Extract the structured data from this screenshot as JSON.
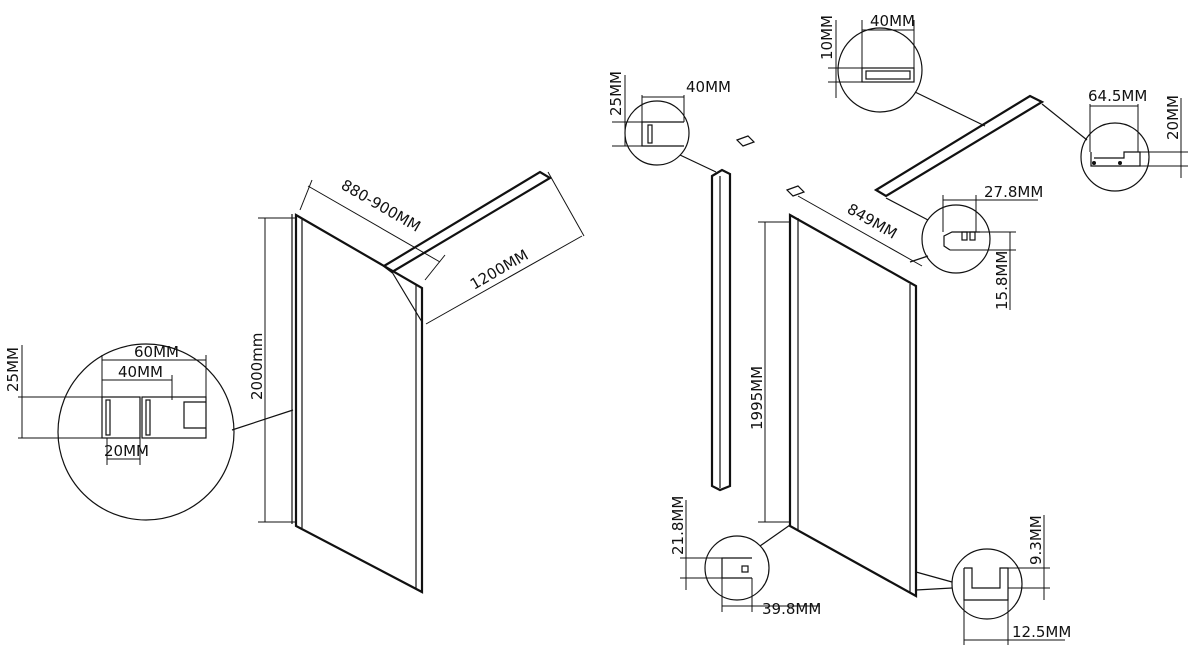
{
  "left_assembly": {
    "panel_height": "2000mm",
    "panel_width": "880-900MM",
    "support_bar_length": "1200MM",
    "profile_detail": {
      "overall_width": "60MM",
      "profile_width": "40MM",
      "depth": "25MM",
      "inner_width": "20MM"
    }
  },
  "right_assembly": {
    "panel_height": "1995MM",
    "panel_width": "849MM",
    "wall_profile": {
      "width": "40MM",
      "depth": "25MM"
    },
    "bar_section": {
      "width": "40MM",
      "height": "10MM"
    },
    "bar_bracket": {
      "width": "64.5MM",
      "height": "20MM"
    },
    "top_clamp": {
      "width": "27.8MM",
      "height": "15.8MM"
    },
    "bottom_seal": {
      "height": "21.8MM",
      "width": "39.8MM"
    },
    "bottom_channel": {
      "height": "9.3MM",
      "width": "12.5MM"
    }
  }
}
